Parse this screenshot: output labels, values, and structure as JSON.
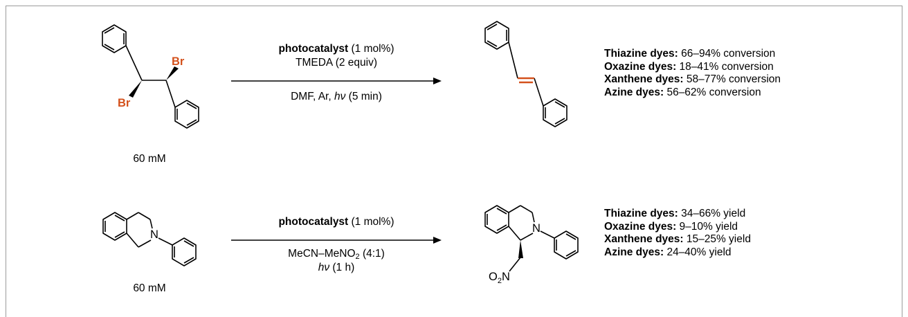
{
  "reaction1": {
    "reactant_label": "60 mM",
    "reactant_atoms": {
      "br_top": "Br",
      "br_bottom": "Br"
    },
    "conditions_above_bold": "photocatalyst",
    "conditions_above_rest": " (1 mol%)",
    "conditions_above_line2": "TMEDA (2 equiv)",
    "conditions_below_pre": "DMF, Ar, ",
    "conditions_below_hv": "hν",
    "conditions_below_post": " (5 min)",
    "results": [
      {
        "dye": "Thiazine dyes:",
        "value": " 66–94% conversion"
      },
      {
        "dye": "Oxazine dyes:",
        "value": " 18–41% conversion"
      },
      {
        "dye": "Xanthene dyes:",
        "value": " 58–77% conversion"
      },
      {
        "dye": "Azine dyes:",
        "value": " 56–62% conversion"
      }
    ]
  },
  "reaction2": {
    "reactant_label": "60 mM",
    "reactant_atoms": {
      "n": "N"
    },
    "product_atoms": {
      "n": "N",
      "o2n_o": "O",
      "o2n_sub": "2",
      "o2n_n": "N"
    },
    "conditions_above_bold": "photocatalyst",
    "conditions_above_rest": " (1 mol%)",
    "conditions_below_line1_pre": "MeCN–MeNO",
    "conditions_below_line1_sub": "2",
    "conditions_below_line1_post": " (4:1)",
    "conditions_below_hv": "hν",
    "conditions_below_line2_post": " (1 h)",
    "results": [
      {
        "dye": "Thiazine dyes:",
        "value": " 34–66% yield"
      },
      {
        "dye": "Oxazine dyes:",
        "value": " 9–10% yield"
      },
      {
        "dye": "Xanthene dyes:",
        "value": " 15–25% yield"
      },
      {
        "dye": "Azine dyes:",
        "value": " 24–40% yield"
      }
    ]
  },
  "colors": {
    "bromine": "#d4511c",
    "frame": "#9a9a9a",
    "alkene": "#d4511c"
  }
}
